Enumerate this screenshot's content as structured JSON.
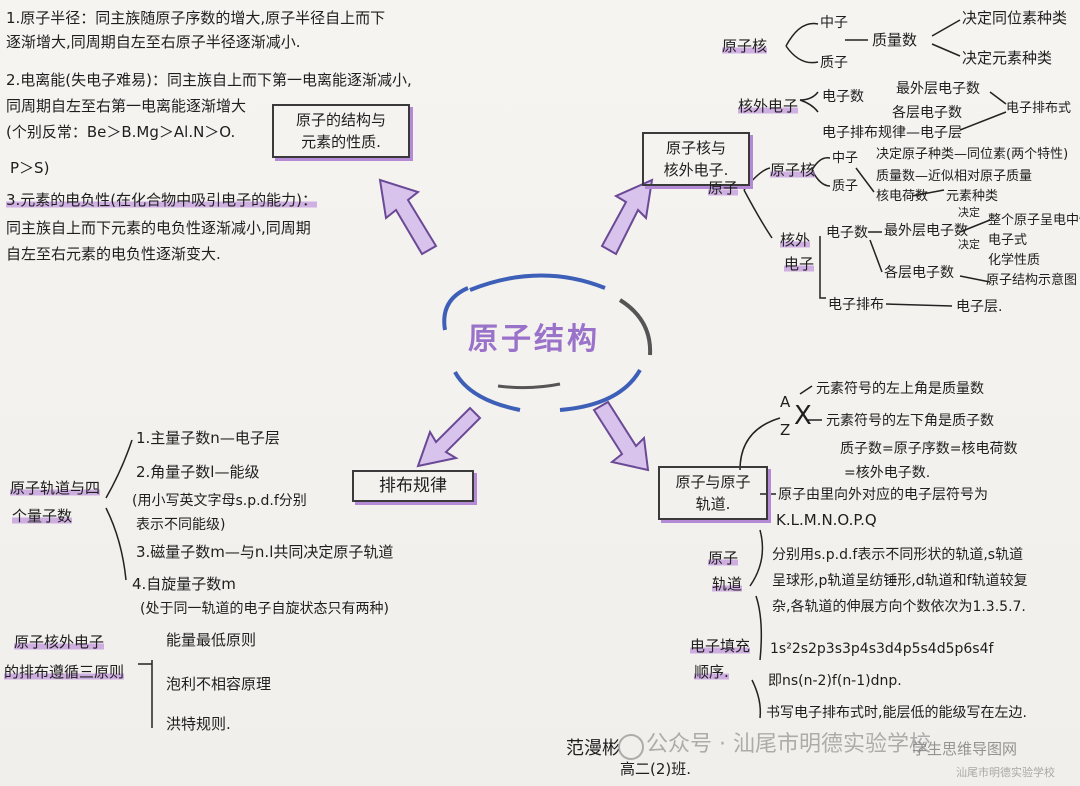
{
  "center": "原子结构",
  "branches": {
    "structure_properties": {
      "title_lines": [
        "原子的结构与",
        "元素的性质."
      ],
      "items": [
        "1.原子半径：同主族随原子序数的增大,原子半径自上而下",
        "逐渐增大,同周期自左至右原子半径逐渐减小.",
        "2.电离能(失电子难易)：同主族自上而下第一电离能逐渐减小,",
        "同周期自左至右第一电离能逐渐增大",
        "(个别反常：Be＞B.Mg＞Al.N＞O.",
        "P＞S)",
        "3.元素的电负性(在化合物中吸引电子的能力)：",
        "同主族自上而下元素的电负性逐渐减小,同周期",
        "自左至右元素的电负性逐渐变大."
      ]
    },
    "nucleus_electrons": {
      "title_lines": [
        "原子核与",
        "核外电子."
      ],
      "nucleus": "原子核",
      "neutron": "中子",
      "proton": "质子",
      "mass_number": "质量数",
      "decides_isotope": "决定同位素种类",
      "decides_element": "决定元素种类",
      "outer": "核外电子",
      "electron_count": "电子数",
      "outermost": "最外层电子数",
      "each_layer": "各层电子数",
      "config_formula": "电子排布式",
      "config_rule": "电子排布规律—电子层",
      "atom": "原子",
      "atom_nucleus": "原子核",
      "neutron2": "中子",
      "proton2": "质子",
      "decides_nuclide": "决定原子种类—同位素(两个特性)",
      "mass_number2": "质量数—近似相对原子质量",
      "nuclear_charge": "核电荷数",
      "element_kind": "元素种类",
      "decide_small": "决定",
      "outer2": "核外",
      "outer2b": "电子",
      "electron_count2": "电子数",
      "outermost2": "最外层电子数",
      "decide_small2": "决定",
      "whole_atom": "整个原子呈电中性",
      "electron_formula": "电子式",
      "chemical_property": "化学性质",
      "each_layer2": "各层电子数",
      "structure_diagram": "原子结构示意图",
      "arrangement": "电子排布",
      "layer": "电子层."
    },
    "orbitals": {
      "title_lines": [
        "原子与原子",
        "轨道."
      ],
      "a_label": "A",
      "z_label": "Z",
      "x_label": "X",
      "upper_left": "元素符号的左上角是质量数",
      "lower_left": "元素符号的左下角是质子数",
      "eq1": "质子数=原子序数=核电荷数",
      "eq2": "=核外电子数.",
      "layers_line": "原子由里向外对应的电子层符号为",
      "layers": "K.L.M.N.O.P.Q",
      "atom_orbital_l1": "原子",
      "atom_orbital_l2": "轨道",
      "orb1": "分别用s.p.d.f表示不同形状的轨道,s轨道",
      "orb2": "呈球形,p轨道呈纺锤形,d轨道和f轨道较复",
      "orb3": "杂,各轨道的伸展方向个数依次为1.3.5.7.",
      "fill_l1": "电子填充",
      "fill_l2": "顺序.",
      "seq": "1s²2s2p3s3p4s3d4p5s4d5p6s4f",
      "seq2": "即ns(n-2)f(n-1)dnp.",
      "note": "书写电子排布式时,能层低的能级写在左边."
    },
    "arrangement_rules": {
      "title": "排布规律",
      "quantum_l1": "原子轨道与四",
      "quantum_l2": "个量子数",
      "q1": "1.主量子数n—电子层",
      "q2": "2.角量子数l—能级",
      "q2a": "(用小写英文字母s.p.d.f分别",
      "q2b": "表示不同能级)",
      "q3": "3.磁量子数m—与n.l共同决定原子轨道",
      "q4": "4.自旋量子数m",
      "q4a": "(处于同一轨道的电子自旋状态只有两种)",
      "principles_l1": "原子核外电子",
      "principles_l2": "的排布遵循三原则",
      "p1": "能量最低原则",
      "p2": "泡利不相容原理",
      "p3": "洪特规则."
    }
  },
  "signature": "范漫彬",
  "class_name": "高二(2)班.",
  "watermark": {
    "main": "公众号 · 汕尾市明德实验学校",
    "tag": "学生思维导图网",
    "sub": "汕尾市明德实验学校"
  },
  "colors": {
    "accent": "#b48ad6",
    "center_text": "#9a72c9",
    "blue": "#3d5fb8",
    "ink": "#1e1e1e"
  }
}
